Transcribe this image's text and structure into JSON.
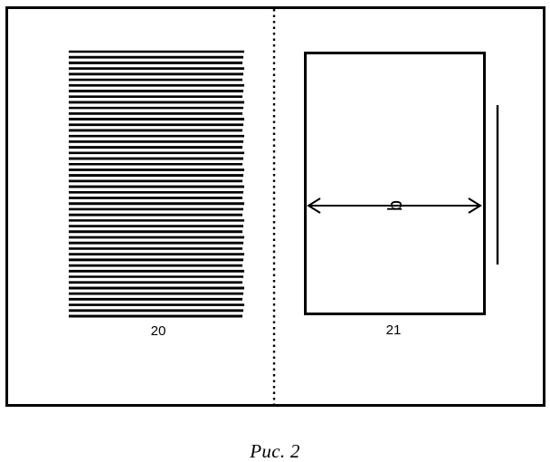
{
  "diagram": {
    "left_panel": {
      "label": "20",
      "stripe_count": 48
    },
    "right_panel": {
      "label": "21",
      "dimension_label": "b"
    }
  },
  "caption": "Рис. 2"
}
